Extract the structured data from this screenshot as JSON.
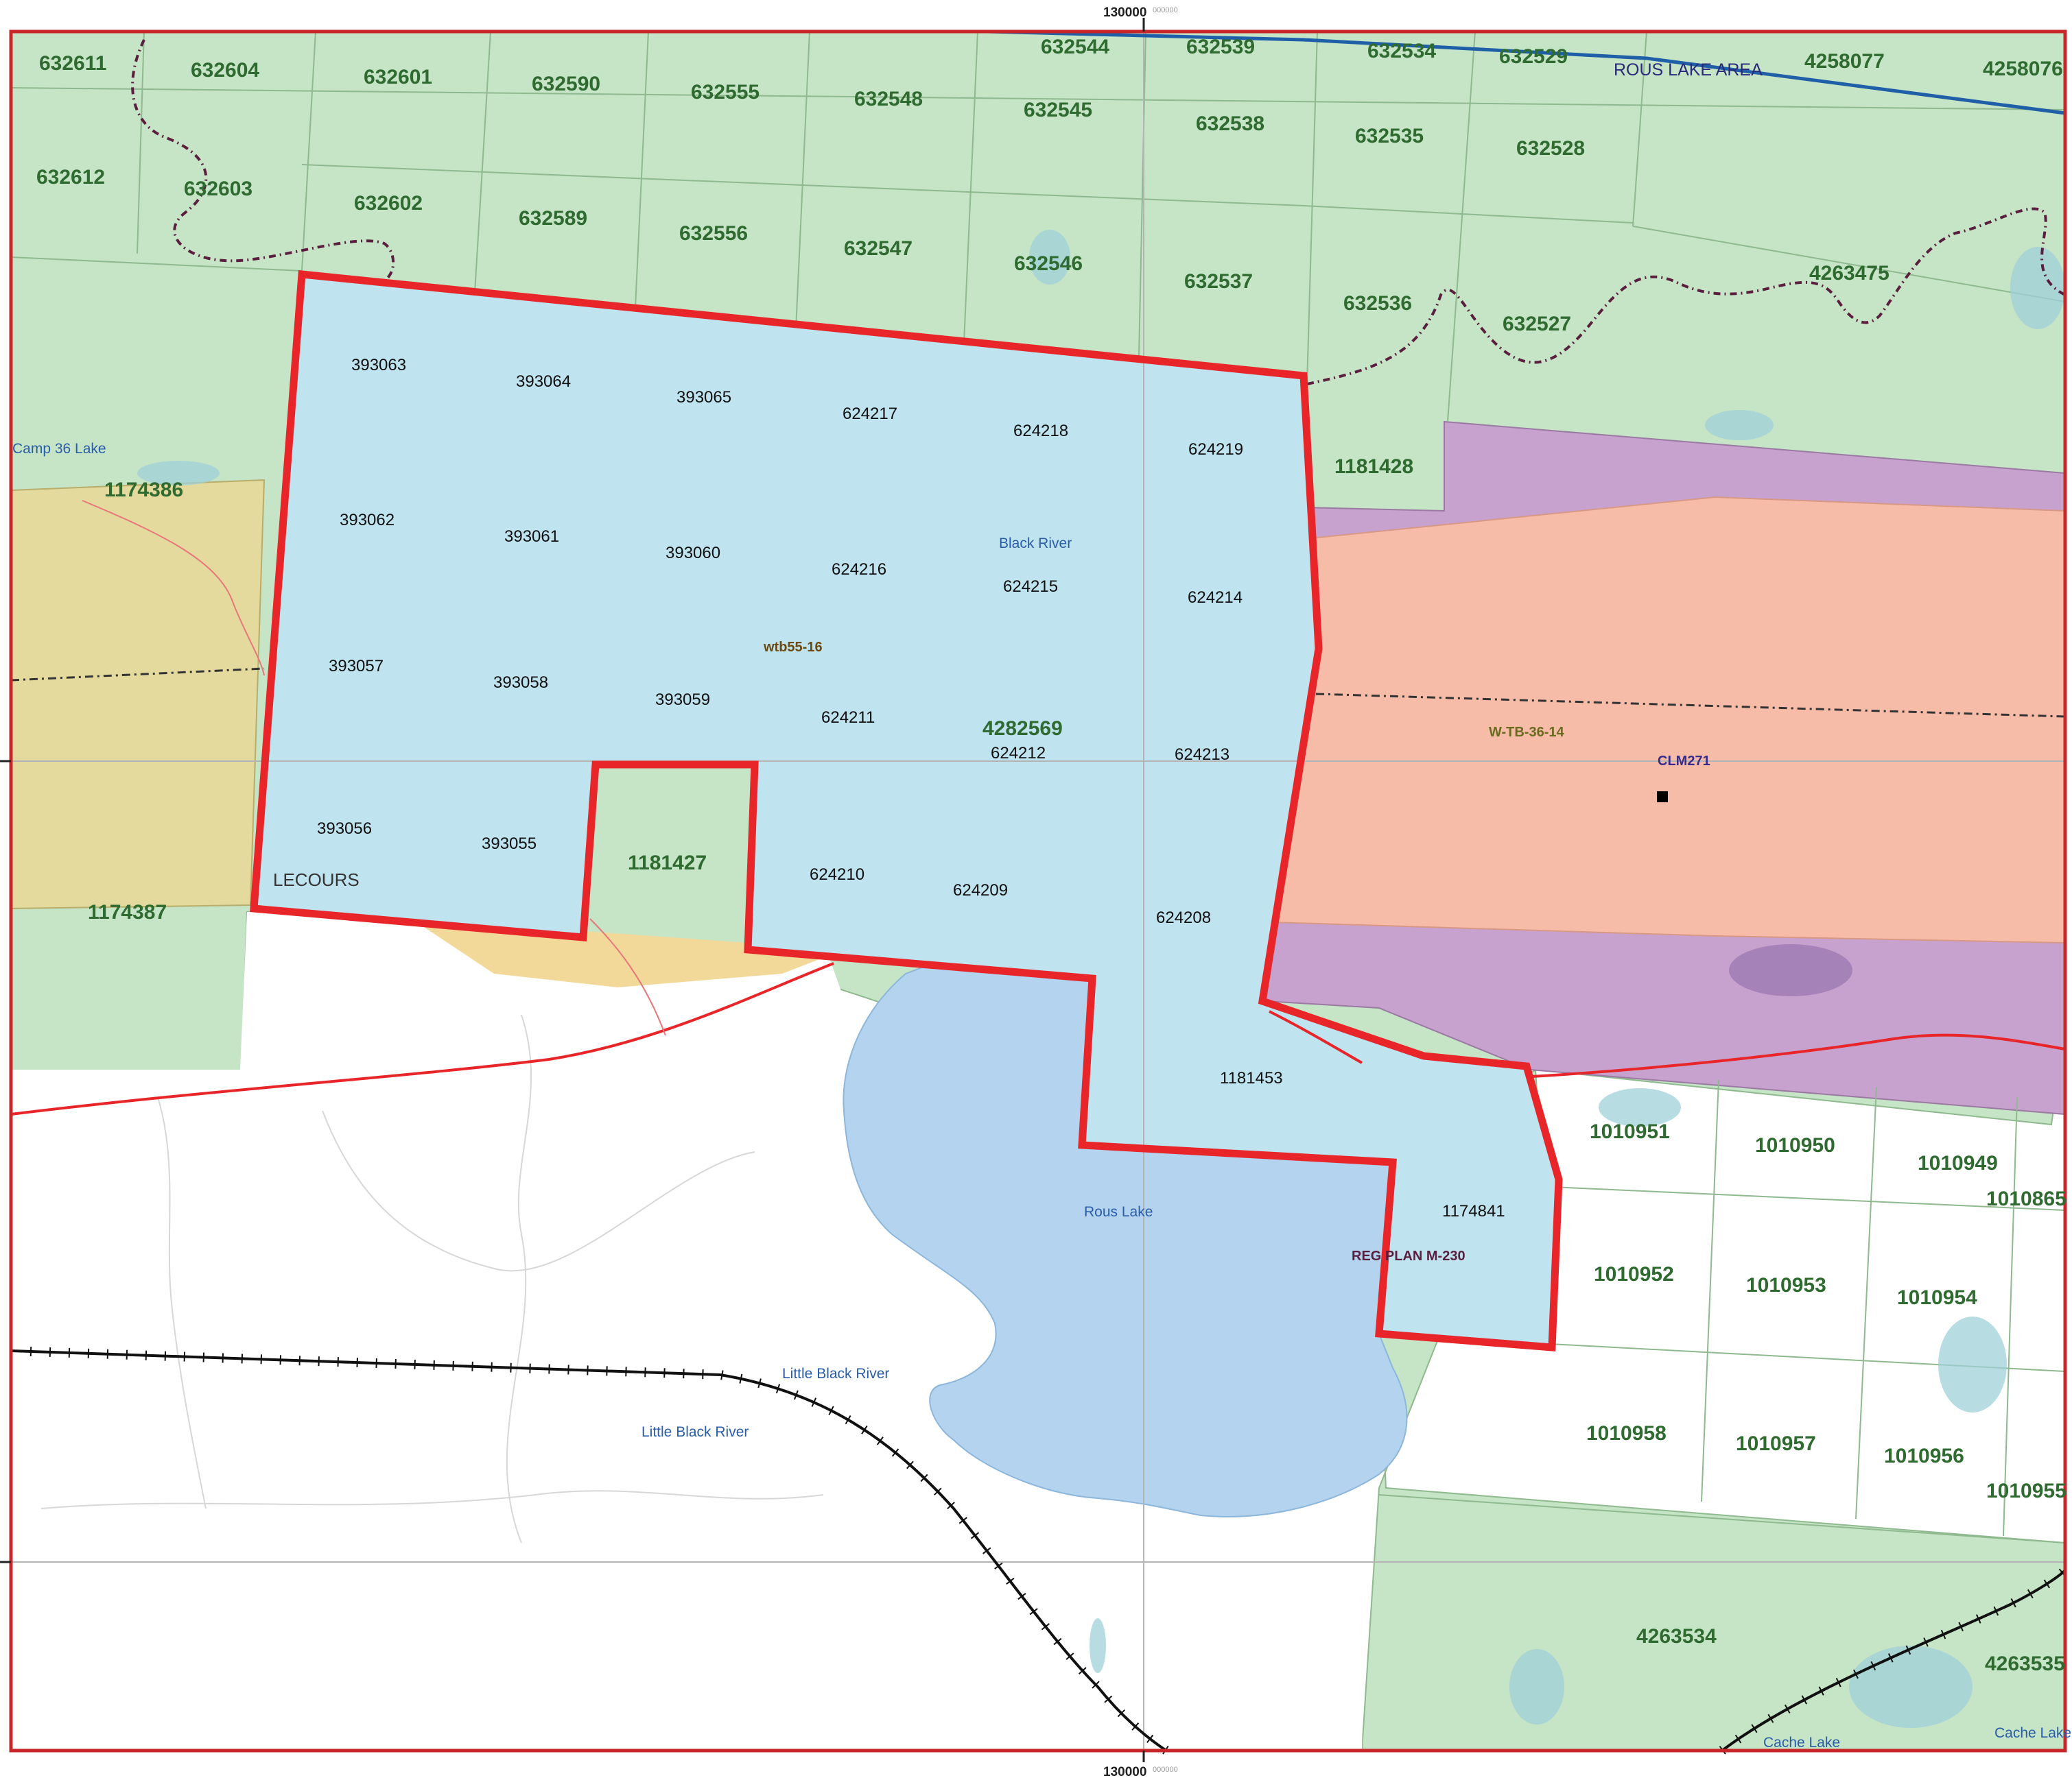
{
  "map": {
    "coordinate_top": "130000",
    "coordinate_bottom": "130000",
    "coordinate_suffix": "000000"
  },
  "claims_green": [
    {
      "id": "632611"
    },
    {
      "id": "632604"
    },
    {
      "id": "632601"
    },
    {
      "id": "632590"
    },
    {
      "id": "632555"
    },
    {
      "id": "632548"
    },
    {
      "id": "632544"
    },
    {
      "id": "632545"
    },
    {
      "id": "632539"
    },
    {
      "id": "632538"
    },
    {
      "id": "632534"
    },
    {
      "id": "632535"
    },
    {
      "id": "632529"
    },
    {
      "id": "632528"
    },
    {
      "id": "4258077"
    },
    {
      "id": "4258076"
    },
    {
      "id": "632612"
    },
    {
      "id": "632603"
    },
    {
      "id": "632602"
    },
    {
      "id": "632589"
    },
    {
      "id": "632556"
    },
    {
      "id": "632547"
    },
    {
      "id": "632546"
    },
    {
      "id": "632537"
    },
    {
      "id": "632536"
    },
    {
      "id": "632527"
    },
    {
      "id": "4263475"
    },
    {
      "id": "1174386"
    },
    {
      "id": "1181428"
    },
    {
      "id": "1174387"
    },
    {
      "id": "1181427"
    },
    {
      "id": "4282569"
    },
    {
      "id": "1010951"
    },
    {
      "id": "1010950"
    },
    {
      "id": "1010949"
    },
    {
      "id": "1010865"
    },
    {
      "id": "1010952"
    },
    {
      "id": "1010953"
    },
    {
      "id": "1010954"
    },
    {
      "id": "1010958"
    },
    {
      "id": "1010957"
    },
    {
      "id": "1010956"
    },
    {
      "id": "1010955"
    },
    {
      "id": "4263534"
    },
    {
      "id": "4263535"
    }
  ],
  "claims_black": [
    {
      "id": "393063"
    },
    {
      "id": "393064"
    },
    {
      "id": "393065"
    },
    {
      "id": "624217"
    },
    {
      "id": "624218"
    },
    {
      "id": "624219"
    },
    {
      "id": "393062"
    },
    {
      "id": "393061"
    },
    {
      "id": "393060"
    },
    {
      "id": "624216"
    },
    {
      "id": "624215"
    },
    {
      "id": "624214"
    },
    {
      "id": "393057"
    },
    {
      "id": "393058"
    },
    {
      "id": "393059"
    },
    {
      "id": "624211"
    },
    {
      "id": "624212"
    },
    {
      "id": "624213"
    },
    {
      "id": "393056"
    },
    {
      "id": "393055"
    },
    {
      "id": "624210"
    },
    {
      "id": "624209"
    },
    {
      "id": "624208"
    },
    {
      "id": "1181453"
    },
    {
      "id": "1174841"
    }
  ],
  "water_labels": [
    {
      "text": "Camp 36 Lake"
    },
    {
      "text": "Black River"
    },
    {
      "text": "Rous Lake"
    },
    {
      "text": "Little Black River"
    },
    {
      "text": "Little Black River"
    },
    {
      "text": "Cache Lake"
    },
    {
      "text": "Cache Lake"
    }
  ],
  "area_labels": {
    "rous_lake_area": "ROUS LAKE AREA",
    "lecours": "LECOURS",
    "wtb55": "wtb55-16",
    "wtb36": "W-TB-36-14",
    "clm271": "CLM271",
    "reg_plan": "REG PLAN M-230"
  },
  "colors": {
    "crown_claim": "#c6e4c6",
    "property": "#bfe3ef",
    "lake": "#b3d3ee",
    "patent": "#e4da9e",
    "lease": "#f6bca8",
    "reserve": "#c8a2cf",
    "boundary": "#e8262a",
    "township_line": "#1f5fa8"
  }
}
